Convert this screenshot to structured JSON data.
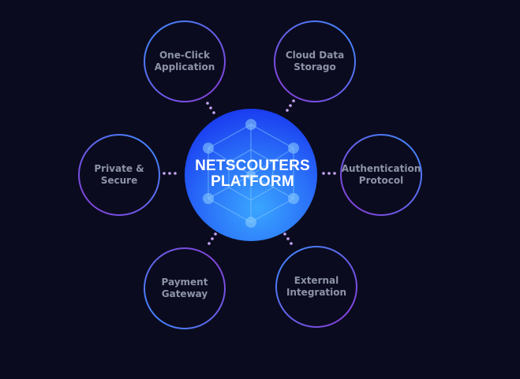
{
  "center": {
    "line1": "NETSCOUTERS",
    "line2": "PLATFORM"
  },
  "nodes": [
    {
      "id": "one-click-application",
      "label": "One-Click\nApplication"
    },
    {
      "id": "cloud-data-storago",
      "label": "Cloud Data\nStorago"
    },
    {
      "id": "private-secure",
      "label": "Private &\nSecure"
    },
    {
      "id": "authentication-protocol",
      "label": "Authentication\nProtocol"
    },
    {
      "id": "payment-gateway",
      "label": "Payment\nGateway"
    },
    {
      "id": "external-integration",
      "label": "External\nIntegration"
    }
  ],
  "colors": {
    "background": "#0b0b1f",
    "center_light": "#3aa6ff",
    "center_dark": "#1a3cf0",
    "ring_blue": "#3b8cff",
    "ring_purple": "#8a3ad6",
    "connector_dots": "#c7a6f5",
    "node_text": "#8d93a8",
    "center_text": "#ffffff"
  },
  "icons": {
    "center_graphic": "network-cube-icon"
  }
}
